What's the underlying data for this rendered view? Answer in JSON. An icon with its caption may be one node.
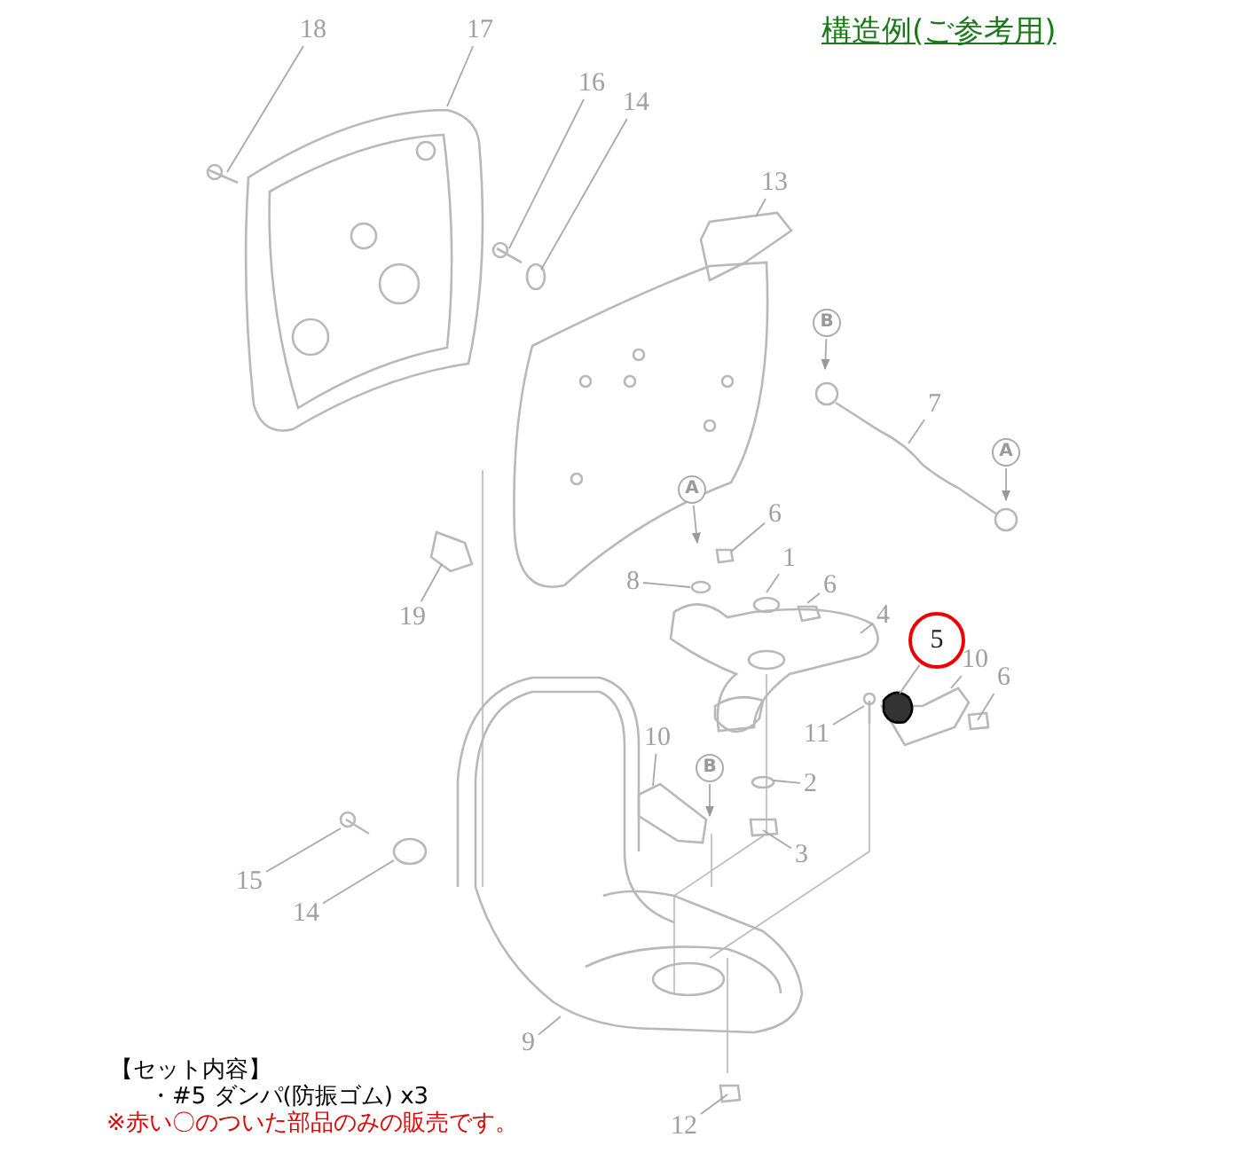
{
  "diagram": {
    "title": "構造例(ご参考用)",
    "nodes": [
      {
        "text": [
          "18"
        ]
      },
      {
        "text": [
          "17"
        ]
      },
      {
        "text": [
          "16"
        ]
      },
      {
        "text": [
          "14"
        ]
      },
      {
        "text": [
          "13"
        ]
      },
      {
        "text": [
          "B"
        ]
      },
      {
        "text": [
          "7"
        ]
      },
      {
        "text": [
          "A"
        ]
      },
      {
        "text": [
          "A"
        ]
      },
      {
        "text": [
          "6"
        ]
      },
      {
        "text": [
          "8"
        ]
      },
      {
        "text": [
          "1"
        ]
      },
      {
        "text": [
          "6"
        ]
      },
      {
        "text": [
          "4"
        ]
      },
      {
        "text": [
          "5"
        ]
      },
      {
        "text": [
          "10"
        ]
      },
      {
        "text": [
          "6"
        ]
      },
      {
        "text": [
          "19"
        ]
      },
      {
        "text": [
          "11"
        ]
      },
      {
        "text": [
          "10"
        ]
      },
      {
        "text": [
          "B"
        ]
      },
      {
        "text": [
          "2"
        ]
      },
      {
        "text": [
          "3"
        ]
      },
      {
        "text": [
          "15"
        ]
      },
      {
        "text": [
          "14"
        ]
      },
      {
        "text": [
          "9"
        ]
      },
      {
        "text": [
          "12"
        ]
      }
    ],
    "edges": [
      {
        "from": 0,
        "to": null,
        "arrow": "none"
      },
      {
        "from": 1,
        "to": null,
        "arrow": "none"
      },
      {
        "from": 2,
        "to": null,
        "arrow": "none"
      },
      {
        "from": 3,
        "to": null,
        "arrow": "none"
      },
      {
        "from": 4,
        "to": null,
        "arrow": "none"
      },
      {
        "from": 5,
        "to": null,
        "arrow": "to"
      },
      {
        "from": 6,
        "to": null,
        "arrow": "none"
      },
      {
        "from": 7,
        "to": null,
        "arrow": "to"
      },
      {
        "from": 8,
        "to": null,
        "arrow": "to"
      },
      {
        "from": 9,
        "to": null,
        "arrow": "none"
      },
      {
        "from": 10,
        "to": null,
        "arrow": "none"
      },
      {
        "from": 11,
        "to": null,
        "arrow": "none"
      },
      {
        "from": 12,
        "to": null,
        "arrow": "none"
      },
      {
        "from": 13,
        "to": null,
        "arrow": "none"
      },
      {
        "from": 14,
        "to": null,
        "arrow": "none"
      },
      {
        "from": 15,
        "to": null,
        "arrow": "none"
      },
      {
        "from": 16,
        "to": null,
        "arrow": "none"
      },
      {
        "from": 17,
        "to": null,
        "arrow": "none"
      },
      {
        "from": 18,
        "to": null,
        "arrow": "none"
      },
      {
        "from": 19,
        "to": null,
        "arrow": "none"
      },
      {
        "from": 20,
        "to": null,
        "arrow": "to"
      },
      {
        "from": 21,
        "to": null,
        "arrow": "none"
      },
      {
        "from": 22,
        "to": null,
        "arrow": "none"
      },
      {
        "from": 23,
        "to": null,
        "arrow": "none"
      },
      {
        "from": 24,
        "to": null,
        "arrow": "none"
      },
      {
        "from": 25,
        "to": null,
        "arrow": "none"
      },
      {
        "from": 26,
        "to": null,
        "arrow": "none"
      }
    ],
    "labels": [
      "【セット内容】",
      "・#5 ダンパ(防振ゴム) x3",
      "※赤い〇のついた部品のみの販売です。"
    ]
  }
}
